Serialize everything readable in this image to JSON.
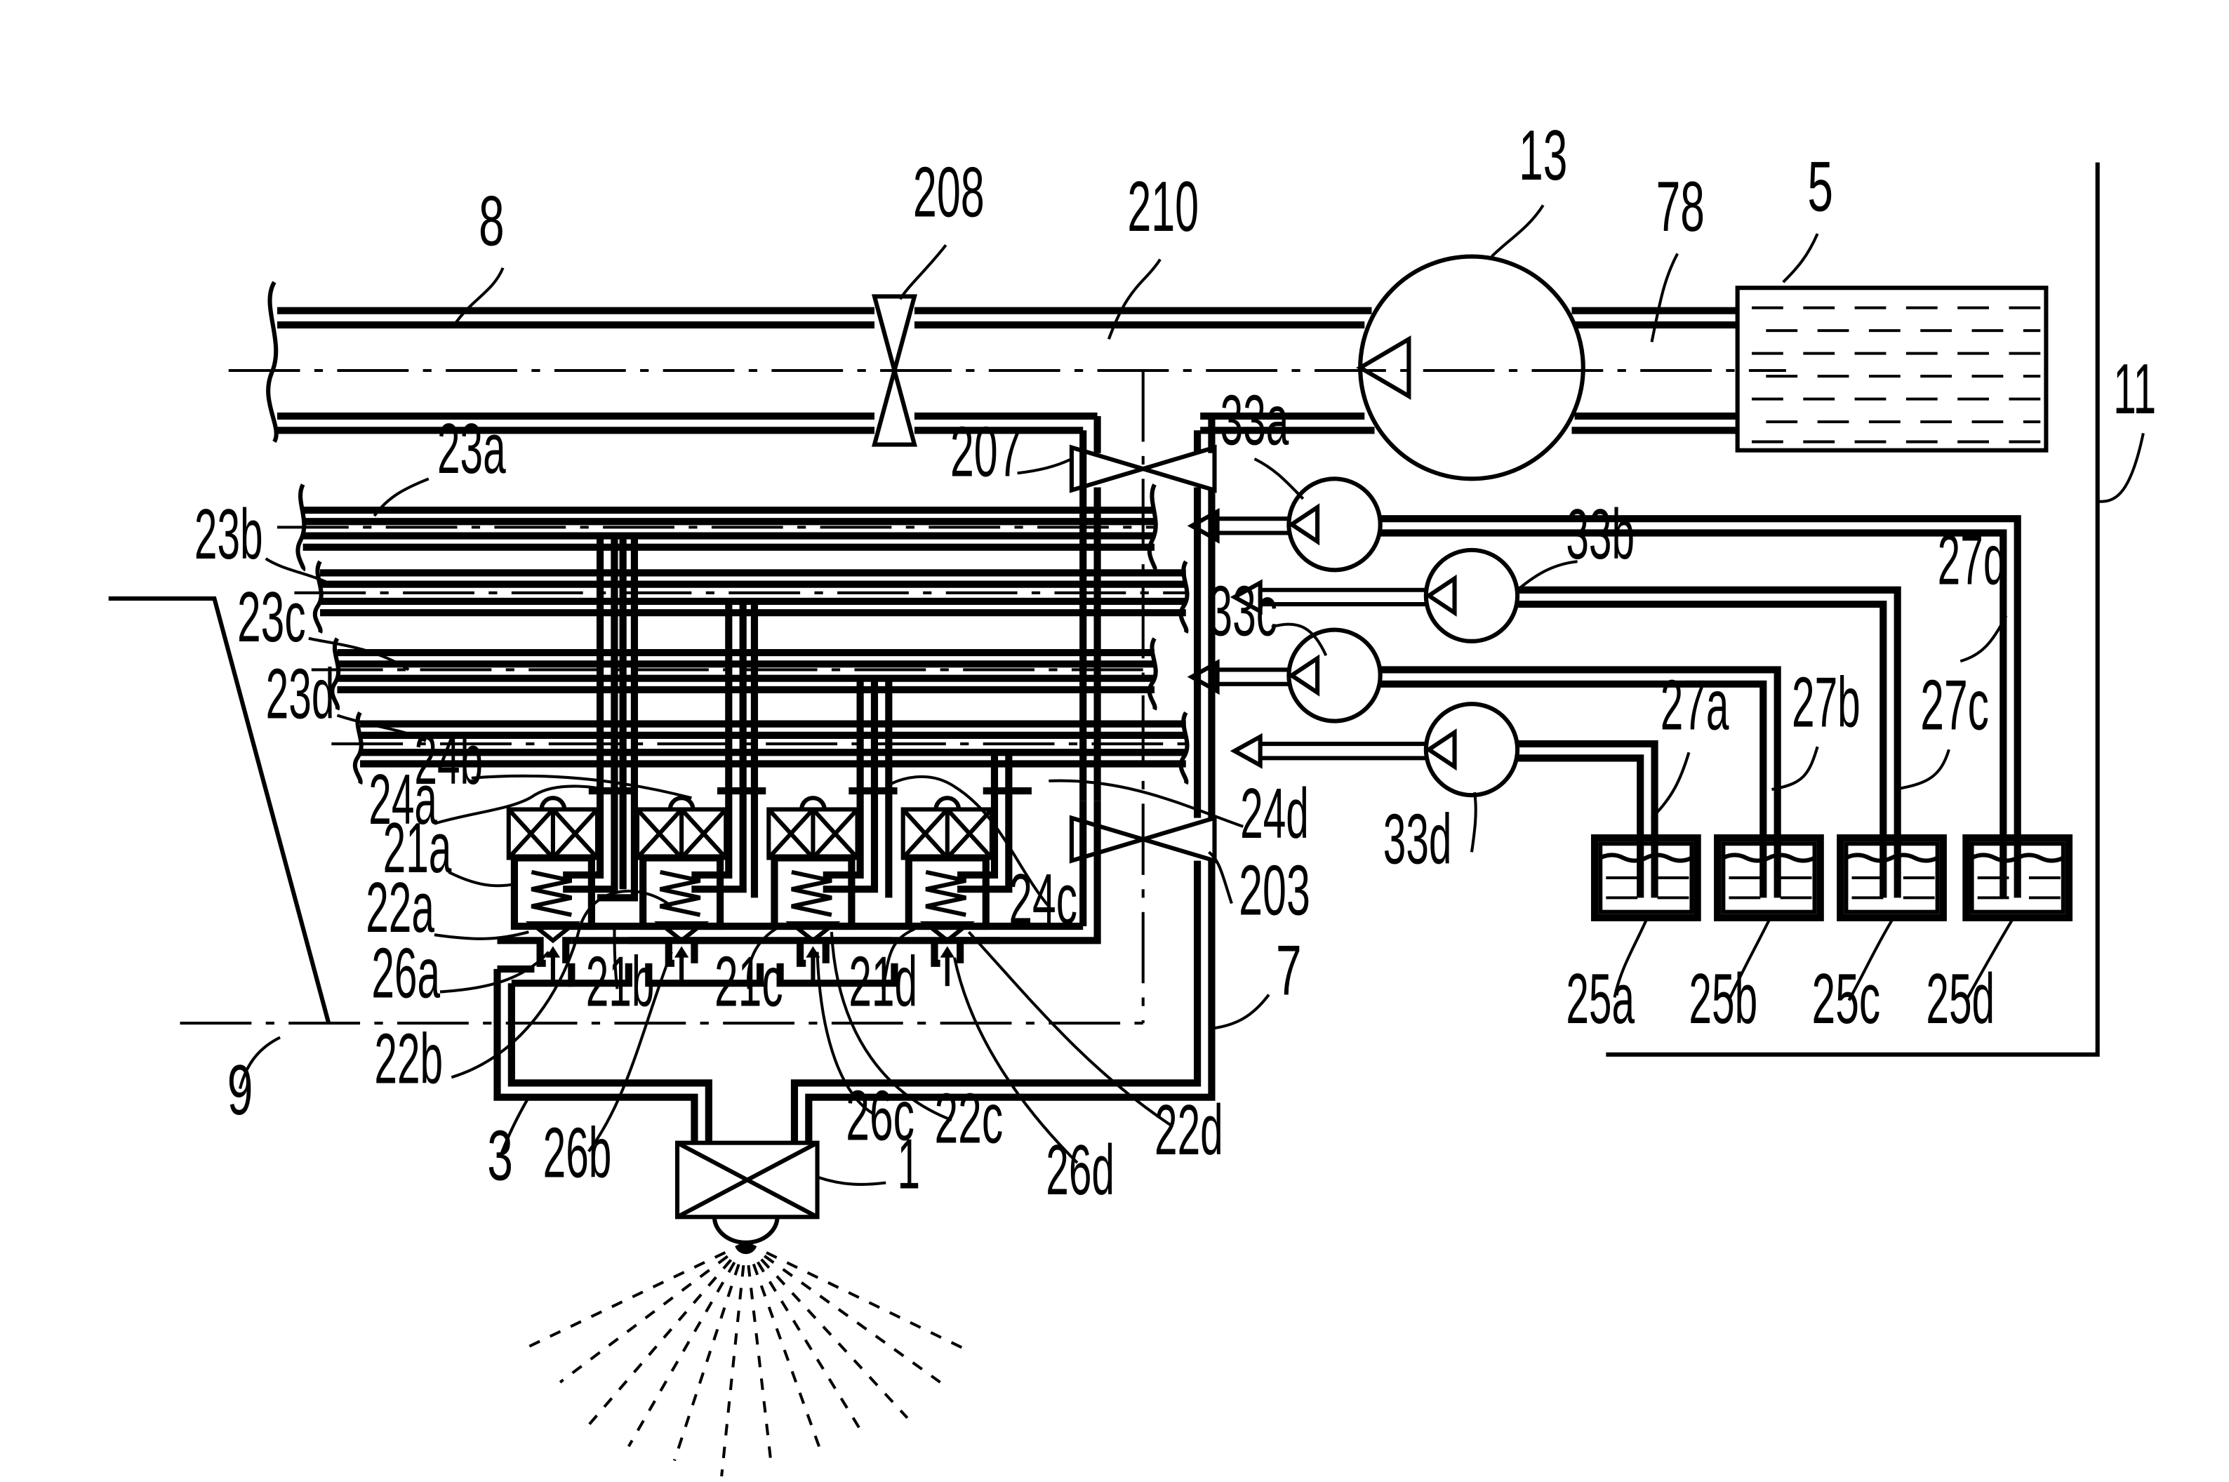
{
  "diagram": {
    "labels": [
      {
        "id": "8",
        "text": "8"
      },
      {
        "id": "208",
        "text": "208"
      },
      {
        "id": "210",
        "text": "210"
      },
      {
        "id": "13",
        "text": "13"
      },
      {
        "id": "78",
        "text": "78"
      },
      {
        "id": "5",
        "text": "5"
      },
      {
        "id": "11",
        "text": "11"
      },
      {
        "id": "23a",
        "text": "23a"
      },
      {
        "id": "23b",
        "text": "23b"
      },
      {
        "id": "23c",
        "text": "23c"
      },
      {
        "id": "23d",
        "text": "23d"
      },
      {
        "id": "207",
        "text": "207"
      },
      {
        "id": "33a",
        "text": "33a"
      },
      {
        "id": "33b",
        "text": "33b"
      },
      {
        "id": "33c",
        "text": "33c"
      },
      {
        "id": "33d",
        "text": "33d"
      },
      {
        "id": "27a",
        "text": "27a"
      },
      {
        "id": "27b",
        "text": "27b"
      },
      {
        "id": "27c",
        "text": "27c"
      },
      {
        "id": "27d",
        "text": "27d"
      },
      {
        "id": "24a",
        "text": "24a"
      },
      {
        "id": "24b",
        "text": "24b"
      },
      {
        "id": "24c",
        "text": "24c"
      },
      {
        "id": "24d",
        "text": "24d"
      },
      {
        "id": "21a",
        "text": "21a"
      },
      {
        "id": "21b",
        "text": "21b"
      },
      {
        "id": "21c",
        "text": "21c"
      },
      {
        "id": "21d",
        "text": "21d"
      },
      {
        "id": "22a",
        "text": "22a"
      },
      {
        "id": "22b",
        "text": "22b"
      },
      {
        "id": "22c",
        "text": "22c"
      },
      {
        "id": "22d",
        "text": "22d"
      },
      {
        "id": "26a",
        "text": "26a"
      },
      {
        "id": "26b",
        "text": "26b"
      },
      {
        "id": "26c",
        "text": "26c"
      },
      {
        "id": "26d",
        "text": "26d"
      },
      {
        "id": "203",
        "text": "203"
      },
      {
        "id": "7",
        "text": "7"
      },
      {
        "id": "9",
        "text": "9"
      },
      {
        "id": "3",
        "text": "3"
      },
      {
        "id": "1",
        "text": "1"
      },
      {
        "id": "25a",
        "text": "25a"
      },
      {
        "id": "25b",
        "text": "25b"
      },
      {
        "id": "25c",
        "text": "25c"
      },
      {
        "id": "25d",
        "text": "25d"
      }
    ]
  }
}
